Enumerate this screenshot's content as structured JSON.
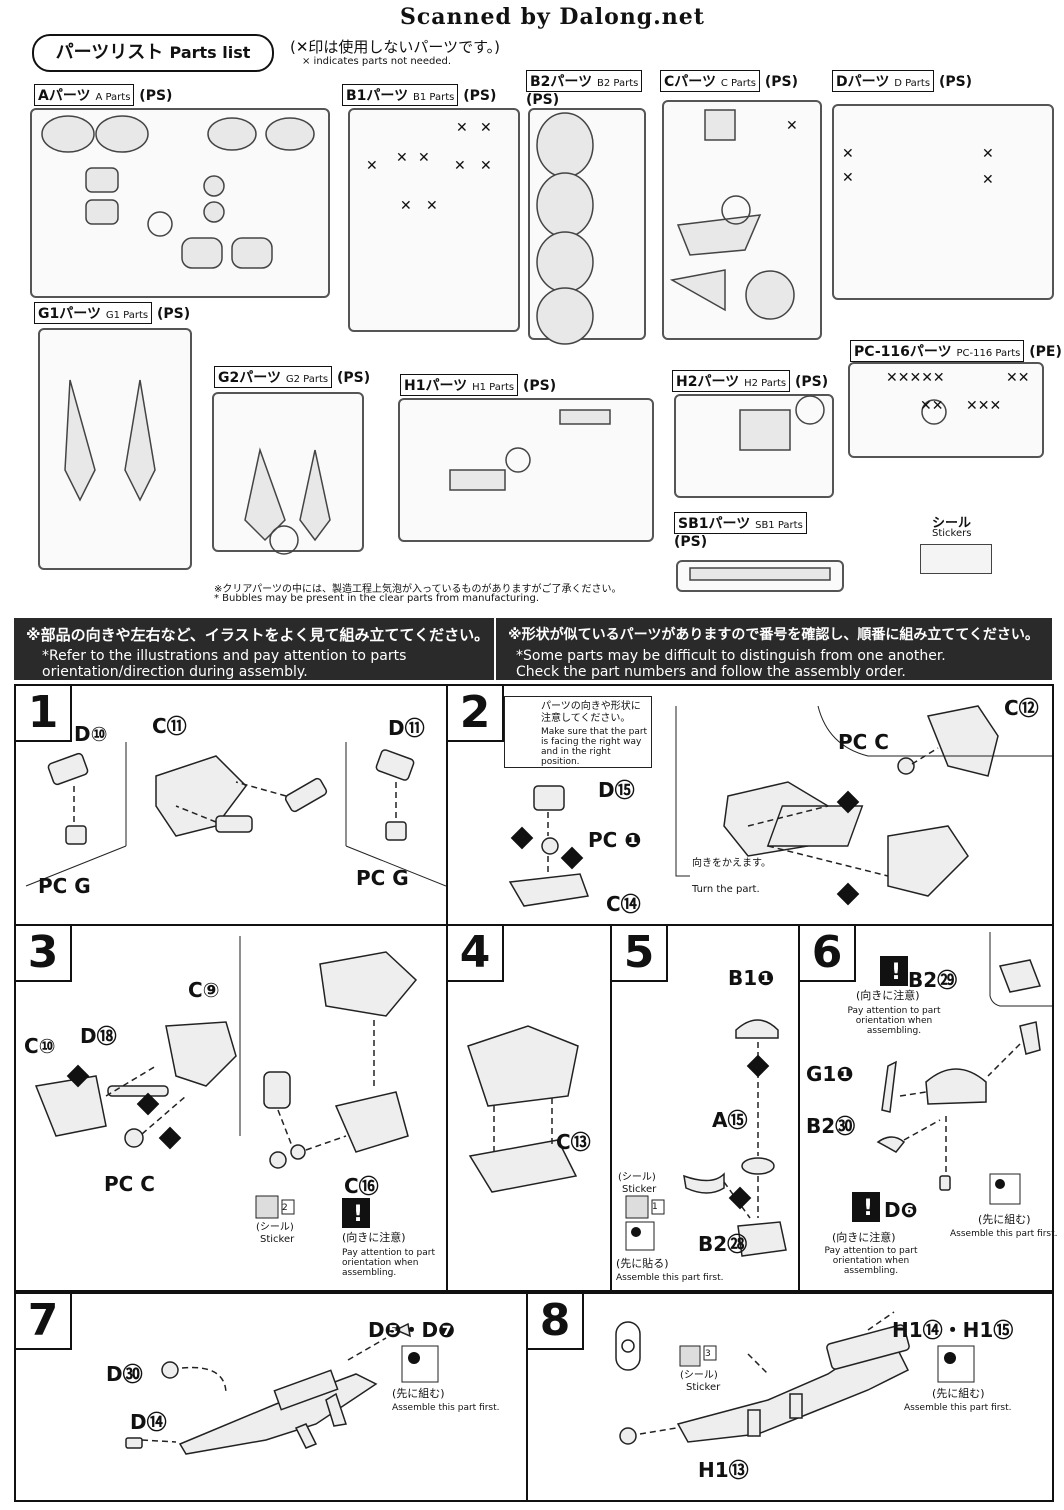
{
  "scan_credit": "Scanned by Dalong.net",
  "parts_list": {
    "title_jp": "パーツリスト",
    "title_en": "Parts list",
    "note_jp": "(✕印は使用しないパーツです。)",
    "note_en": "× indicates parts not needed."
  },
  "runners": [
    {
      "label_jp": "Aパーツ",
      "label_en": "A Parts",
      "mat": "(PS)"
    },
    {
      "label_jp": "B1パーツ",
      "label_en": "B1 Parts",
      "mat": "(PS)"
    },
    {
      "label_jp": "B2パーツ",
      "label_en": "B2 Parts",
      "mat": "(PS)"
    },
    {
      "label_jp": "Cパーツ",
      "label_en": "C Parts",
      "mat": "(PS)"
    },
    {
      "label_jp": "Dパーツ",
      "label_en": "D Parts",
      "mat": "(PS)"
    },
    {
      "label_jp": "G1パーツ",
      "label_en": "G1 Parts",
      "mat": "(PS)"
    },
    {
      "label_jp": "G2パーツ",
      "label_en": "G2 Parts",
      "mat": "(PS)"
    },
    {
      "label_jp": "H1パーツ",
      "label_en": "H1 Parts",
      "mat": "(PS)"
    },
    {
      "label_jp": "H2パーツ",
      "label_en": "H2 Parts",
      "mat": "(PS)"
    },
    {
      "label_jp": "PC-116パーツ",
      "label_en": "PC-116 Parts",
      "mat": "(PE)"
    },
    {
      "label_jp": "SB1パーツ",
      "label_en": "SB1 Parts",
      "mat": "(PS)"
    }
  ],
  "sticker_label": {
    "jp": "シール",
    "en": "Stickers"
  },
  "bubbles_jp": "※クリアパーツの中には、製造工程上気泡が入っているものがありますがご了承ください。",
  "bubbles_en": "* Bubbles may be present in the clear parts from manufacturing.",
  "banner": {
    "left_jp": "※部品の向きや左右など、イラストをよく見て組み立ててください。",
    "left_en_1": "*Refer to the illustrations and pay attention to parts",
    "left_en_2": "orientation/direction during assembly.",
    "right_jp": "※形状が似ているパーツがありますので番号を確認し、順番に組み立ててください。",
    "right_en_1": "*Some parts may be difficult to distinguish from one another.",
    "right_en_2": "Check the part numbers and follow the assembly order."
  },
  "steps": {
    "s1": {
      "num": "1",
      "labels": [
        "D⑩",
        "C⑪",
        "D⑪",
        "PC G",
        "PC G"
      ]
    },
    "s2": {
      "num": "2",
      "note_jp": "パーツの向きや形状に注意してください。",
      "note_en": "Make sure that the part is facing the right way and in the right position.",
      "labels": [
        "D⑮",
        "PC ❶",
        "C⑭",
        "C⑫",
        "PC C"
      ],
      "turn_jp": "向きをかえます。",
      "turn_en": "Turn the part."
    },
    "s3": {
      "num": "3",
      "labels": [
        "C⑨",
        "D⑱",
        "C⑩",
        "PC C",
        "C⑯"
      ],
      "sticker_jp": "(シール)",
      "sticker_en": "Sticker",
      "sticker_no": "2",
      "caution_jp": "(向きに注意)",
      "caution_en": "Pay attention to part orientation when assembling."
    },
    "s4": {
      "num": "4",
      "labels": [
        "C⑬"
      ]
    },
    "s5": {
      "num": "5",
      "labels": [
        "B1❶",
        "A⑮",
        "B2㉘"
      ],
      "sticker_jp": "(シール)",
      "sticker_en": "Sticker",
      "sticker_no": "1",
      "first_jp": "(先に貼る)",
      "first_en": "Assemble this part first."
    },
    "s6": {
      "num": "6",
      "labels": [
        "B2㉙",
        "G1❶",
        "B2㉚",
        "D❻"
      ],
      "caution_jp": "(向きに注意)",
      "caution_en": "Pay attention to part orientation when assembling.",
      "first_jp": "(先に組む)",
      "first_en": "Assemble this part first."
    },
    "s7": {
      "num": "7",
      "labels": [
        "D❺・D❼",
        "D㉚",
        "D⑭"
      ],
      "first_jp": "(先に組む)",
      "first_en": "Assemble this part first."
    },
    "s8": {
      "num": "8",
      "labels": [
        "H1⑭・H1⑮",
        "H1⑬"
      ],
      "sticker_jp": "(シール)",
      "sticker_en": "Sticker",
      "sticker_no": "3",
      "first_jp": "(先に組む)",
      "first_en": "Assemble this part first."
    }
  }
}
